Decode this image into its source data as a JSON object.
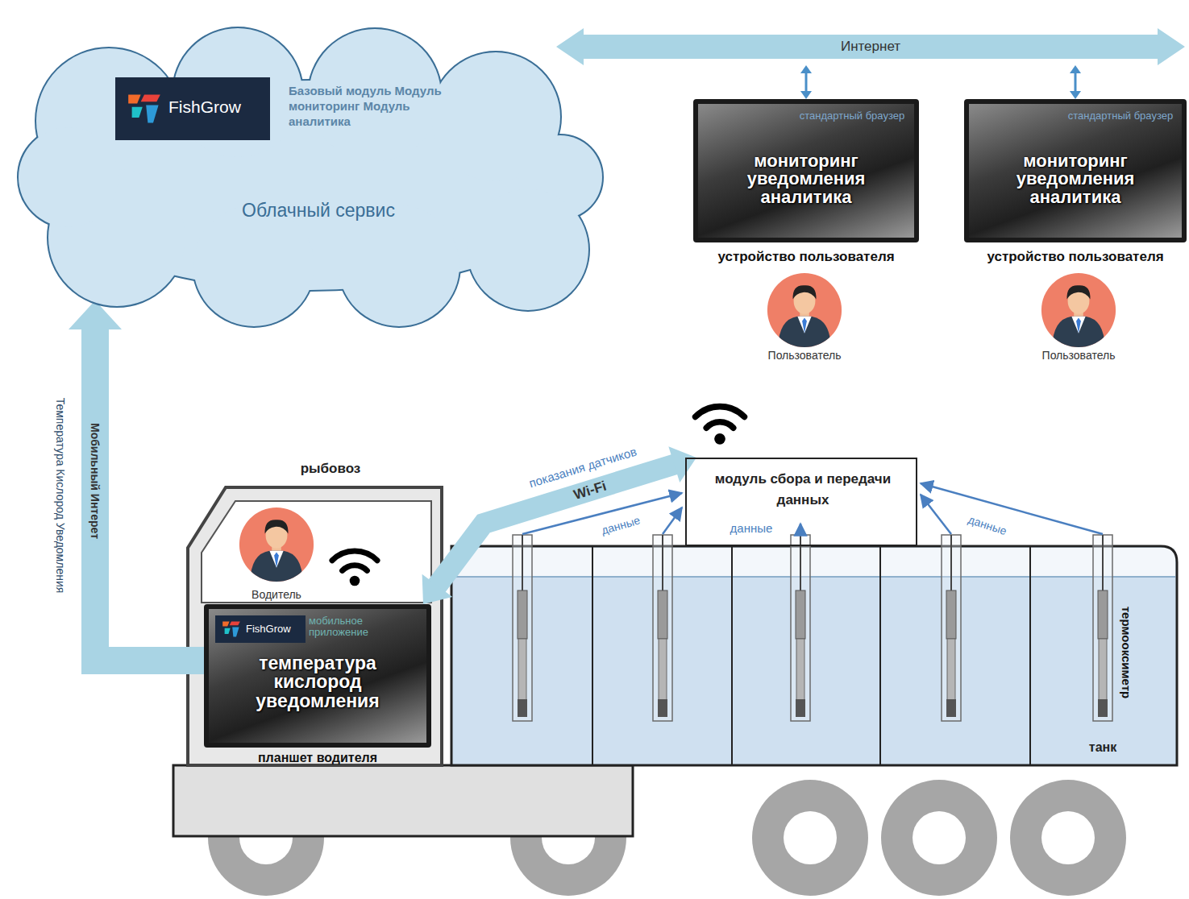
{
  "diagram": {
    "nodes": [
      {
        "text": [
          "Базовый модуль Модуль мониторинг Модуль аналитика",
          "Облачный сервис"
        ]
      },
      {
        "text": [
          "FishGrow"
        ],
        "in": 0
      },
      {
        "text": [
          "Интернет"
        ]
      },
      {
        "text": [
          "стандартный браузер",
          "мониторинг уведомления аналитика",
          "устройство пользователя"
        ]
      },
      {
        "text": [
          "стандартный браузер",
          "мониторинг уведомления аналитика",
          "устройство пользователя"
        ]
      },
      {
        "text": [
          "мобильное приложение",
          "температура кислород уведомления",
          "планшет водителя"
        ]
      },
      {
        "text": [
          "FishGrow"
        ],
        "in": 5
      },
      {
        "text": [
          "модуль сбора и передачи данных"
        ]
      }
    ],
    "edges": [
      {
        "from": 2,
        "to": 3,
        "arrow": "both"
      },
      {
        "from": 2,
        "to": 4,
        "arrow": "both"
      },
      {
        "from": 5,
        "to": 0,
        "label": "Мобильный Интерет",
        "arrow": "to"
      },
      {
        "from": 7,
        "to": 5,
        "label": "Wi-Fi",
        "arrow": "both"
      }
    ],
    "labels": [
      "Пользователь",
      "Пользователь",
      "рыбовоз",
      "Водитель",
      "показания датчиков",
      "данные",
      "данные",
      "данные",
      "термооксиметр",
      "танк",
      "Температура Кислород Уведомления"
    ]
  }
}
